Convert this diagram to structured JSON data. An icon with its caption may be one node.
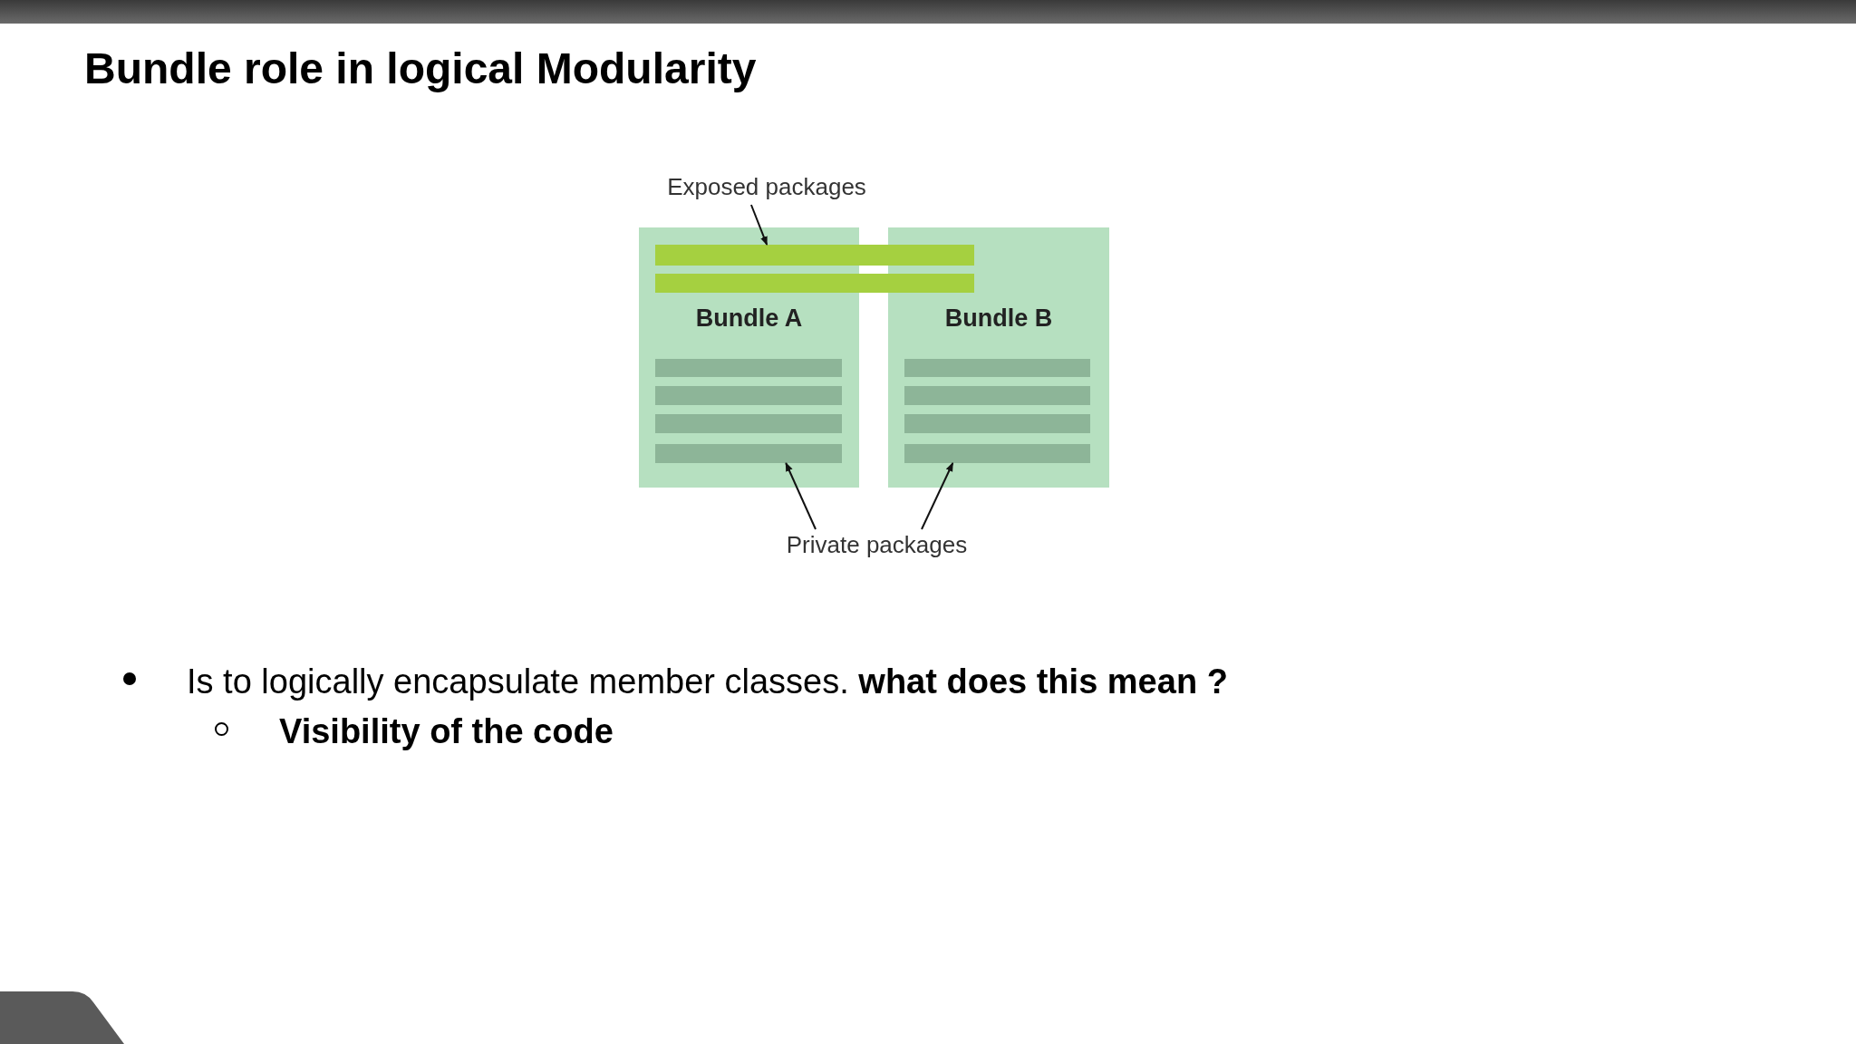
{
  "diagram": {
    "title": "Bundle role in logical Modularity",
    "nodes": [
      {
        "text": [
          "Exposed packages"
        ]
      },
      {
        "text": [],
        "shape": "bar"
      },
      {
        "text": [],
        "shape": "bar"
      },
      {
        "text": [
          "Bundle A"
        ]
      },
      {
        "text": [],
        "shape": "bar",
        "in": 3
      },
      {
        "text": [],
        "shape": "bar",
        "in": 3
      },
      {
        "text": [],
        "shape": "bar",
        "in": 3
      },
      {
        "text": [],
        "shape": "bar",
        "in": 3
      },
      {
        "text": [
          "Bundle B"
        ]
      },
      {
        "text": [],
        "shape": "bar",
        "in": 8
      },
      {
        "text": [],
        "shape": "bar",
        "in": 8
      },
      {
        "text": [],
        "shape": "bar",
        "in": 8
      },
      {
        "text": [],
        "shape": "bar",
        "in": 8
      },
      {
        "text": [
          "Private packages"
        ]
      }
    ],
    "edges": [
      {
        "from": 0,
        "to": 1,
        "arrow": "to"
      },
      {
        "from": 13,
        "to": 7,
        "arrow": "to"
      },
      {
        "from": 13,
        "to": 12,
        "arrow": "to"
      }
    ],
    "labels": [
      "Is to logically encapsulate member classes. **what does this mean ?**",
      "Visibility of the code"
    ]
  }
}
